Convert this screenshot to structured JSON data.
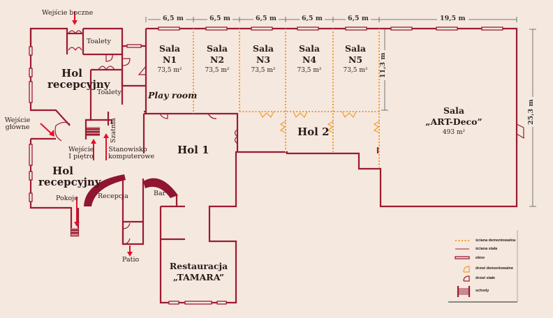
{
  "colors": {
    "background": "#f5e8df",
    "fixed_wall": "#9b1b30",
    "removable_wall": "#f39a2a",
    "arrow": "#e0102a"
  },
  "rooms": {
    "hol_recepcyjny_top": "Hol recepcyjny",
    "hol_recepcyjny_bottom": "Hol recepcyjny",
    "toalety_1": "Toalety",
    "toalety_2": "Toalety",
    "szatnia": "Szatnia",
    "sala_n1": {
      "name": "Sala",
      "code": "N1",
      "area": "73,5 m²"
    },
    "sala_n2": {
      "name": "Sala",
      "code": "N2",
      "area": "73,5 m²"
    },
    "sala_n3": {
      "name": "Sala",
      "code": "N3",
      "area": "73,5 m²"
    },
    "sala_n4": {
      "name": "Sala",
      "code": "N4",
      "area": "73,5 m²"
    },
    "sala_n5": {
      "name": "Sala",
      "code": "N5",
      "area": "73,5 m²"
    },
    "play_room": "Play room",
    "hol_1": "Hol 1",
    "hol_2": "Hol 2",
    "art_deco": {
      "name": "Sala",
      "title": "„ART-Deco”",
      "area": "493 m²"
    },
    "restauracja": {
      "name": "Restauracja",
      "title": "„TAMARA”"
    },
    "recepcja": "Recepcja",
    "bar": "Bar"
  },
  "annotations": {
    "wejscie_boczne": "Wejście boczne",
    "wejscie_glowne": "Wejście główne",
    "wejscie_i_pietro": "Wejście I piętro",
    "stanowisko": "Stanowisko komputerowe",
    "pokoje": "Pokoje",
    "patio": "Patio"
  },
  "dimensions": {
    "n1_width": "6,5 m",
    "n2_width": "6,5 m",
    "n3_width": "6,5 m",
    "n4_width": "6,5 m",
    "n5_width": "6,5 m",
    "artdeco_width": "19,5 m",
    "sala_depth": "11,3 m",
    "artdeco_depth": "25,3 m"
  },
  "legend": {
    "removable_wall": "ściana demontowalna",
    "fixed_wall": "ściana stała",
    "window": "okno",
    "removable_door": "drzwi demontowalne",
    "fixed_door": "drzwi stałe",
    "stairs": "schody"
  }
}
